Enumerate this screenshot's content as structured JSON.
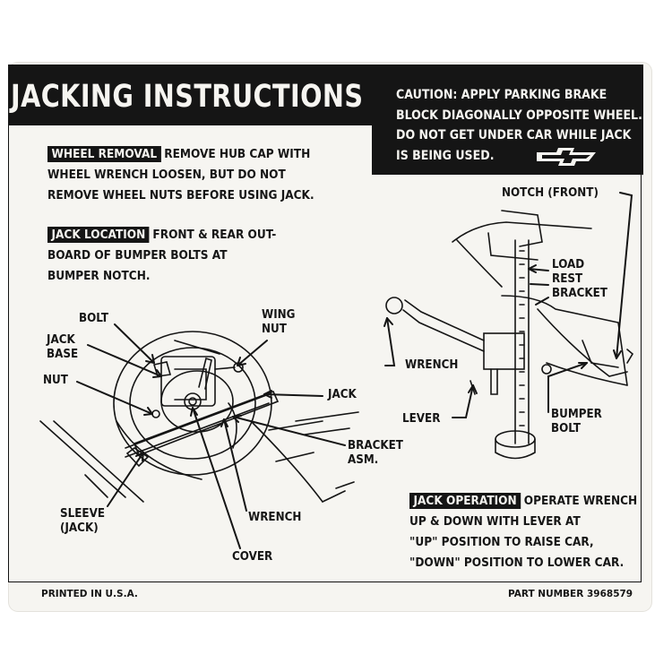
{
  "title": "JACKING INSTRUCTIONS",
  "caution": [
    "CAUTION: APPLY PARKING BRAKE",
    "BLOCK DIAGONALLY OPPOSITE WHEEL.",
    "DO NOT GET UNDER CAR WHILE JACK",
    "IS BEING USED."
  ],
  "wheel_removal": {
    "header": "WHEEL REMOVAL",
    "lines": [
      "REMOVE HUB CAP WITH",
      "WHEEL WRENCH LOOSEN, BUT DO NOT",
      "REMOVE WHEEL NUTS BEFORE USING JACK."
    ]
  },
  "jack_location": {
    "header": "JACK LOCATION",
    "lines": [
      "FRONT & REAR OUT-",
      "BOARD OF BUMPER BOLTS AT",
      "BUMPER NOTCH."
    ]
  },
  "jack_operation": {
    "header": "JACK OPERATION",
    "lines": [
      "OPERATE WRENCH",
      "UP & DOWN WITH LEVER AT",
      "\"UP\" POSITION TO RAISE CAR,",
      "\"DOWN\" POSITION TO LOWER CAR."
    ]
  },
  "left_labels": {
    "bolt": "BOLT",
    "jack_base": [
      "JACK",
      "BASE"
    ],
    "nut": "NUT",
    "wing_nut": [
      "WING",
      "NUT"
    ],
    "jack": "JACK",
    "bracket_asm": [
      "BRACKET",
      "ASM."
    ],
    "sleeve": [
      "SLEEVE",
      "(JACK)"
    ],
    "wrench": "WRENCH",
    "cover": "COVER"
  },
  "right_labels": {
    "notch": "NOTCH (FRONT)",
    "load_rest": [
      "LOAD",
      "REST",
      "BRACKET"
    ],
    "wrench": "WRENCH",
    "lever": "LEVER",
    "bumper_bolt": [
      "BUMPER",
      "BOLT"
    ]
  },
  "footer": {
    "left": "PRINTED IN U.S.A.",
    "right": "PART NUMBER 3968579"
  },
  "colors": {
    "ink": "#151515",
    "paper": "#f6f5f1"
  },
  "icons": {
    "brand": "bowtie-logo-icon"
  }
}
